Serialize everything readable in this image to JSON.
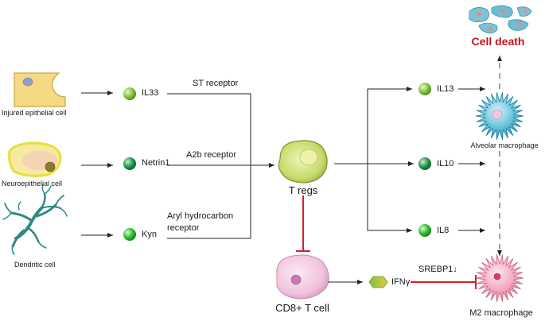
{
  "sources": [
    {
      "label": "Injured epithelial cell",
      "cytokine": "IL33",
      "receptor": "ST receptor"
    },
    {
      "label": "Neuroepithelial cell",
      "cytokine": "Netrin1",
      "receptor": "A2b receptor"
    },
    {
      "label": "Dendritic cell",
      "cytokine": "Kyn",
      "receptor_line1": "Aryl hydrocarbon",
      "receptor_line2": "receptor"
    }
  ],
  "center": {
    "label": "T regs"
  },
  "outputs": [
    {
      "cytokine": "IL13"
    },
    {
      "cytokine": "IL10"
    },
    {
      "cytokine": "IL8"
    }
  ],
  "right": {
    "cell_death": "Cell death",
    "alveolar": "Alveolar macrophage",
    "m2": "M2 macrophage"
  },
  "bottom": {
    "cd8": "CD8+ T cell",
    "ifn": "IFNγ",
    "srebp": "SREBP1↓"
  },
  "colors": {
    "arrow": "#222222",
    "inhibit": "#d42027",
    "red_text": "#c3161c",
    "treg_fill": "#c9dc6a",
    "alveolar_fill": "#4fb7d1",
    "m2_fill": "#f1a9bd",
    "cd8_fill": "#f2c8de"
  }
}
